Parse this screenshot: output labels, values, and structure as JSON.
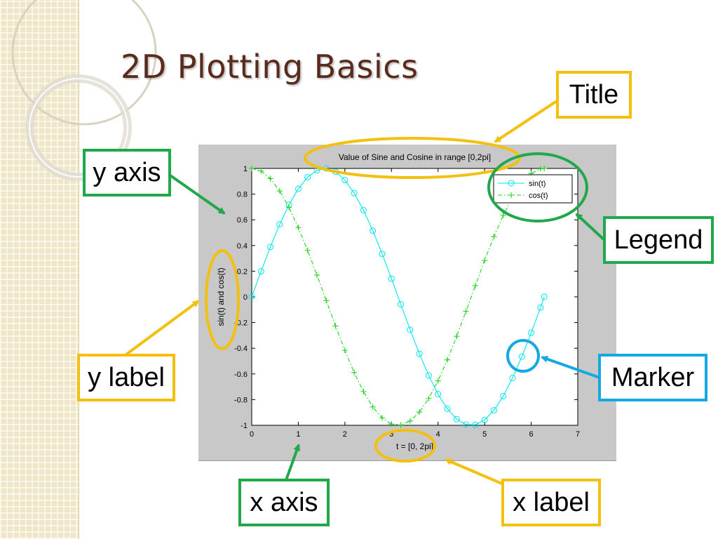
{
  "slide": {
    "title": "2D Plotting Basics"
  },
  "callouts": {
    "title": "Title",
    "y_axis": "y axis",
    "legend": "Legend",
    "y_label": "y label",
    "marker": "Marker",
    "x_axis": "x axis",
    "x_label": "x label"
  },
  "colors": {
    "annotation_yellow": "#f3c010",
    "annotation_green": "#21a84a",
    "annotation_blue": "#14a9e3",
    "sin_series": "#00e5ee",
    "cos_series": "#1fd41f",
    "title_text": "#5a2a1c"
  },
  "chart_data": {
    "type": "line",
    "title": "Value of Sine and Cosine in range [0,2pi]",
    "xlabel": "t = [0, 2pi]",
    "ylabel": "sin(t) and cos(t)",
    "xlim": [
      0,
      7
    ],
    "ylim": [
      -1,
      1
    ],
    "xticks": [
      0,
      1,
      2,
      3,
      4,
      5,
      6,
      7
    ],
    "yticks": [
      -1,
      -0.8,
      -0.6,
      -0.4,
      -0.2,
      0,
      0.2,
      0.4,
      0.6,
      0.8,
      1
    ],
    "ytick_labels": [
      "-1",
      "-0.8",
      "-0.6",
      "-0.4",
      "-0.2",
      "0",
      "0.2",
      "0.4",
      "0.6",
      "0.8",
      "1"
    ],
    "x": [
      0.0,
      0.2,
      0.4,
      0.6,
      0.8,
      1.0,
      1.2,
      1.4,
      1.6,
      1.8,
      2.0,
      2.2,
      2.4,
      2.6,
      2.8,
      3.0,
      3.2,
      3.4,
      3.6,
      3.8,
      4.0,
      4.2,
      4.4,
      4.6,
      4.8,
      5.0,
      5.2,
      5.4,
      5.6,
      5.8,
      6.0,
      6.2,
      6.28
    ],
    "series": [
      {
        "name": "sin(t)",
        "marker": "circle",
        "line": "solid",
        "color": "#00e5ee",
        "values": [
          0.0,
          0.199,
          0.389,
          0.565,
          0.717,
          0.841,
          0.932,
          0.985,
          1.0,
          0.974,
          0.909,
          0.808,
          0.675,
          0.516,
          0.335,
          0.141,
          -0.058,
          -0.256,
          -0.443,
          -0.612,
          -0.757,
          -0.872,
          -0.952,
          -0.994,
          -0.996,
          -0.959,
          -0.883,
          -0.773,
          -0.631,
          -0.465,
          -0.279,
          -0.083,
          0.0
        ]
      },
      {
        "name": "cos(t)",
        "marker": "plus",
        "line": "dashdot",
        "color": "#1fd41f",
        "values": [
          1.0,
          0.98,
          0.921,
          0.825,
          0.697,
          0.54,
          0.362,
          0.17,
          -0.029,
          -0.227,
          -0.416,
          -0.589,
          -0.737,
          -0.857,
          -0.942,
          -0.99,
          -0.998,
          -0.967,
          -0.897,
          -0.791,
          -0.654,
          -0.49,
          -0.307,
          -0.112,
          0.087,
          0.284,
          0.469,
          0.635,
          0.776,
          0.886,
          0.96,
          0.997,
          1.0
        ]
      }
    ],
    "legend_position": "top-right",
    "grid": false
  }
}
